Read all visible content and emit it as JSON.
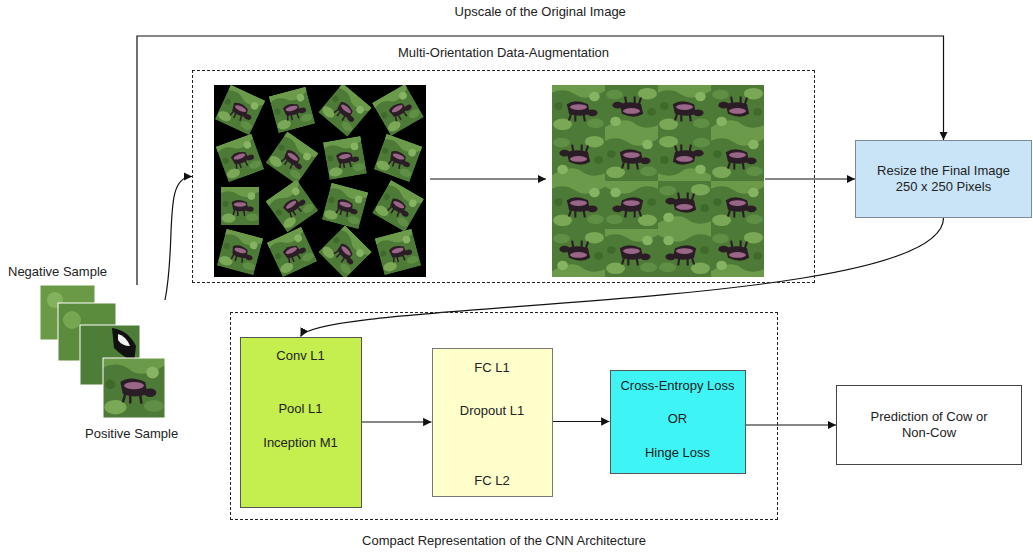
{
  "diagram": {
    "nodes": [
      {
        "text": [
          "Negative Sample",
          "Positive Sample"
        ]
      },
      {
        "text": [
          "Multi-Orientation Data-Augmentation"
        ]
      },
      {
        "text": [
          "Resize the Final Image 250 x 250 Pixels"
        ]
      },
      {
        "text": [
          "Compact Representation of the CNN Architecture"
        ]
      },
      {
        "text": [
          "Conv L1",
          "Pool L1",
          "Inception M1"
        ],
        "in": 3
      },
      {
        "text": [
          "FC L1",
          "Dropout L1",
          "FC L2"
        ],
        "in": 3
      },
      {
        "text": [
          "Cross-Entropy Loss",
          "OR",
          "Hinge Loss"
        ],
        "in": 3
      },
      {
        "text": [
          "Prediction of Cow or Non-Cow"
        ]
      }
    ],
    "edges": [
      {
        "from": 0,
        "to": 1,
        "arrow": "to"
      },
      {
        "from": 1,
        "to": 2,
        "arrow": "to"
      },
      {
        "from": 0,
        "to": 2,
        "label": "Upscale of the Original Image",
        "arrow": "to"
      },
      {
        "from": 2,
        "to": 4,
        "arrow": "to"
      },
      {
        "from": 4,
        "to": 5,
        "arrow": "to"
      },
      {
        "from": 5,
        "to": 6,
        "arrow": "to"
      },
      {
        "from": 6,
        "to": 7,
        "arrow": "to"
      }
    ]
  }
}
